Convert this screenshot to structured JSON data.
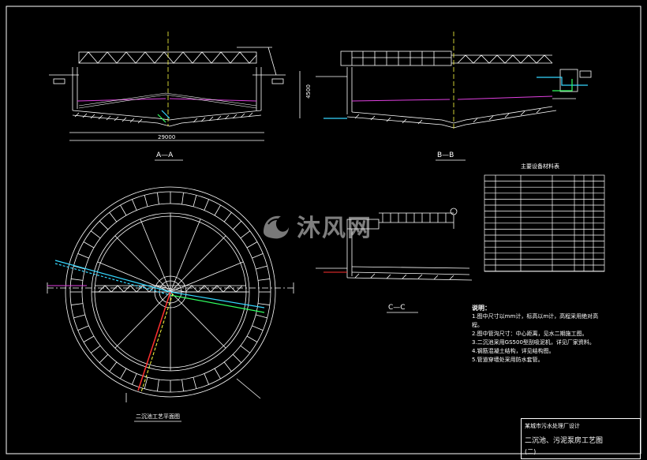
{
  "sections": {
    "aa_label": "A—A",
    "bb_label": "B—B",
    "cc_label": "C—C",
    "plan_label": "二沉池工艺平面图"
  },
  "dims": {
    "aa_total": "29000",
    "aa_height": "4500"
  },
  "table": {
    "title": "主要设备材料表"
  },
  "notes": {
    "heading": "说明：",
    "lines": [
      "1.图中尺寸以mm计，标高以m计，高程采用绝对高程。",
      "2.图中管沟尺寸：中心距离，见水二期施工图。",
      "3.二沉池采用GS500型刮吸泥机，详见厂家资料。",
      "4.钢筋混凝土结构，详见结构图。",
      "5.管道穿墙处采用防水套管。"
    ]
  },
  "title_block": {
    "project": "某城市污水处理厂设计",
    "drawing": "二沉池、污泥泵房工艺图",
    "sheet": "(二)"
  },
  "watermark": {
    "text": "沐风网"
  },
  "colors": {
    "background": "#000000",
    "line": "#ffffff",
    "cyan": "#35d7ff",
    "magenta": "#e040e0",
    "yellow": "#ffff40",
    "red": "#ff3030",
    "green": "#30ff60"
  }
}
